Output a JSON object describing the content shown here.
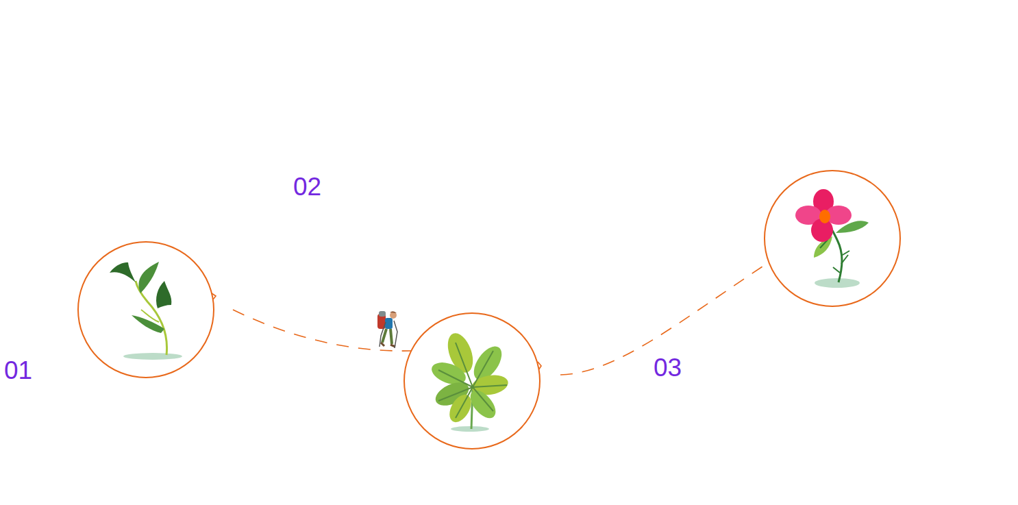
{
  "diagram": {
    "labels": [
      "01",
      "02",
      "03"
    ]
  }
}
